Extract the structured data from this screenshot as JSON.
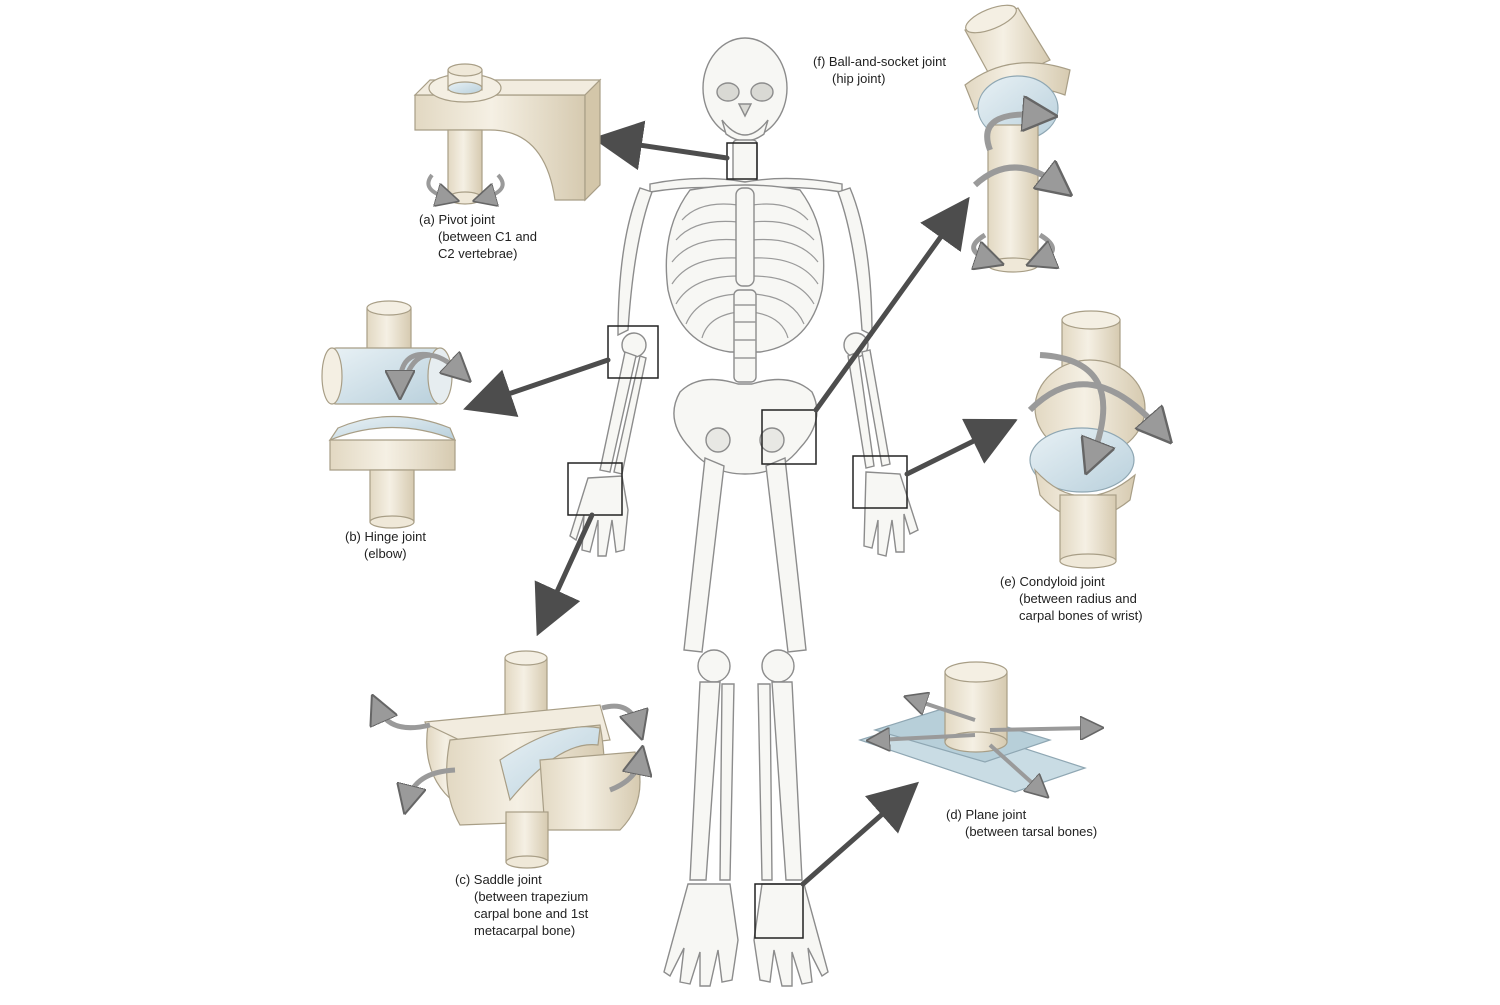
{
  "joints": {
    "pivot": {
      "line1": "(a) Pivot joint",
      "line2": "(between C1 and",
      "line3": "C2 vertebrae)"
    },
    "hinge": {
      "line1": "(b) Hinge joint",
      "line2": "(elbow)"
    },
    "saddle": {
      "line1": "(c) Saddle joint",
      "line2": "(between trapezium",
      "line3": "carpal bone and 1st",
      "line4": "metacarpal bone)"
    },
    "plane": {
      "line1": "(d) Plane joint",
      "line2": "(between tarsal bones)"
    },
    "condyloid": {
      "line1": "(e) Condyloid joint",
      "line2": "(between radius and",
      "line3": "carpal bones of wrist)"
    },
    "ball": {
      "line1": "(f) Ball-and-socket joint",
      "line2": "(hip joint)"
    }
  },
  "colors": {
    "bone": "#efe8d8",
    "bone_shade": "#d8ccb2",
    "cartilage": "#cfe1ea",
    "arrow": "#4d4d4d",
    "motion_arrow": "#9a9a9a",
    "skeleton_fill": "#f7f7f4",
    "skeleton_line": "#9a9a9a"
  }
}
